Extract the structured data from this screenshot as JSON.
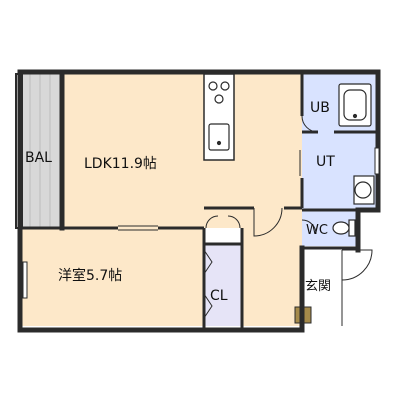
{
  "rooms": {
    "balcony": "BAL",
    "ldk": "LDK11.9帖",
    "western_room": "洋室5.7帖",
    "closet": "CL",
    "unit_bath": "UB",
    "utility": "UT",
    "toilet": "WC",
    "entrance": "玄関"
  },
  "colors": {
    "floor_wood": "#fde8c9",
    "wet_area": "#d9e3ff",
    "closet": "#e6e4f7",
    "balcony": "#d8d8d8",
    "wall": "#2b2b2b",
    "entrance_floor": "#ffffff",
    "shoe_box": "#a58a4a"
  }
}
